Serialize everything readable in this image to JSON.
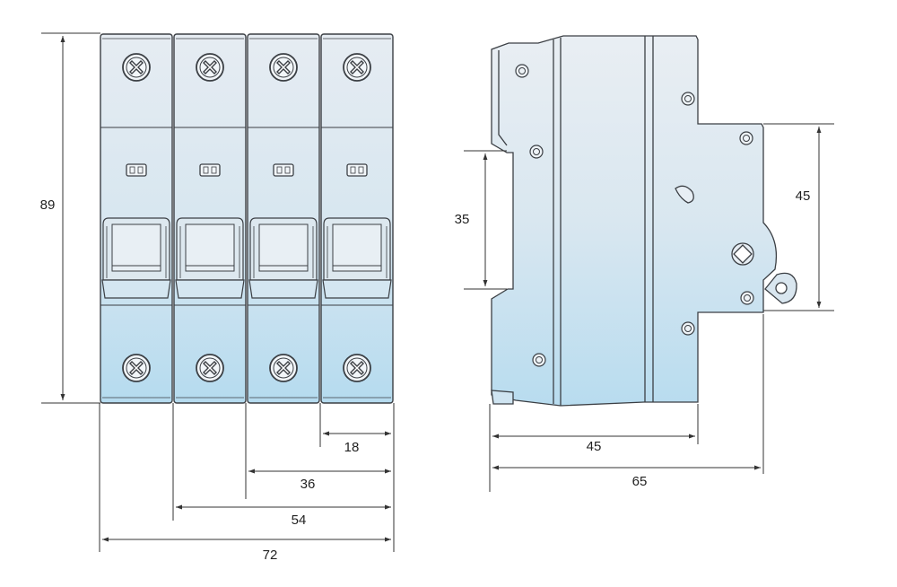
{
  "front_view": {
    "poles": 4,
    "height_label": "89",
    "width_labels": [
      "18",
      "36",
      "54",
      "72"
    ]
  },
  "side_view": {
    "rail_label": "35",
    "front_height_label": "45",
    "depth_mid_label": "45",
    "depth_total_label": "65"
  },
  "colors": {
    "body_top": "#e4ebf1",
    "body_bottom": "#b9dcef",
    "outline": "#3b3f44",
    "dimension_line": "#333333"
  }
}
